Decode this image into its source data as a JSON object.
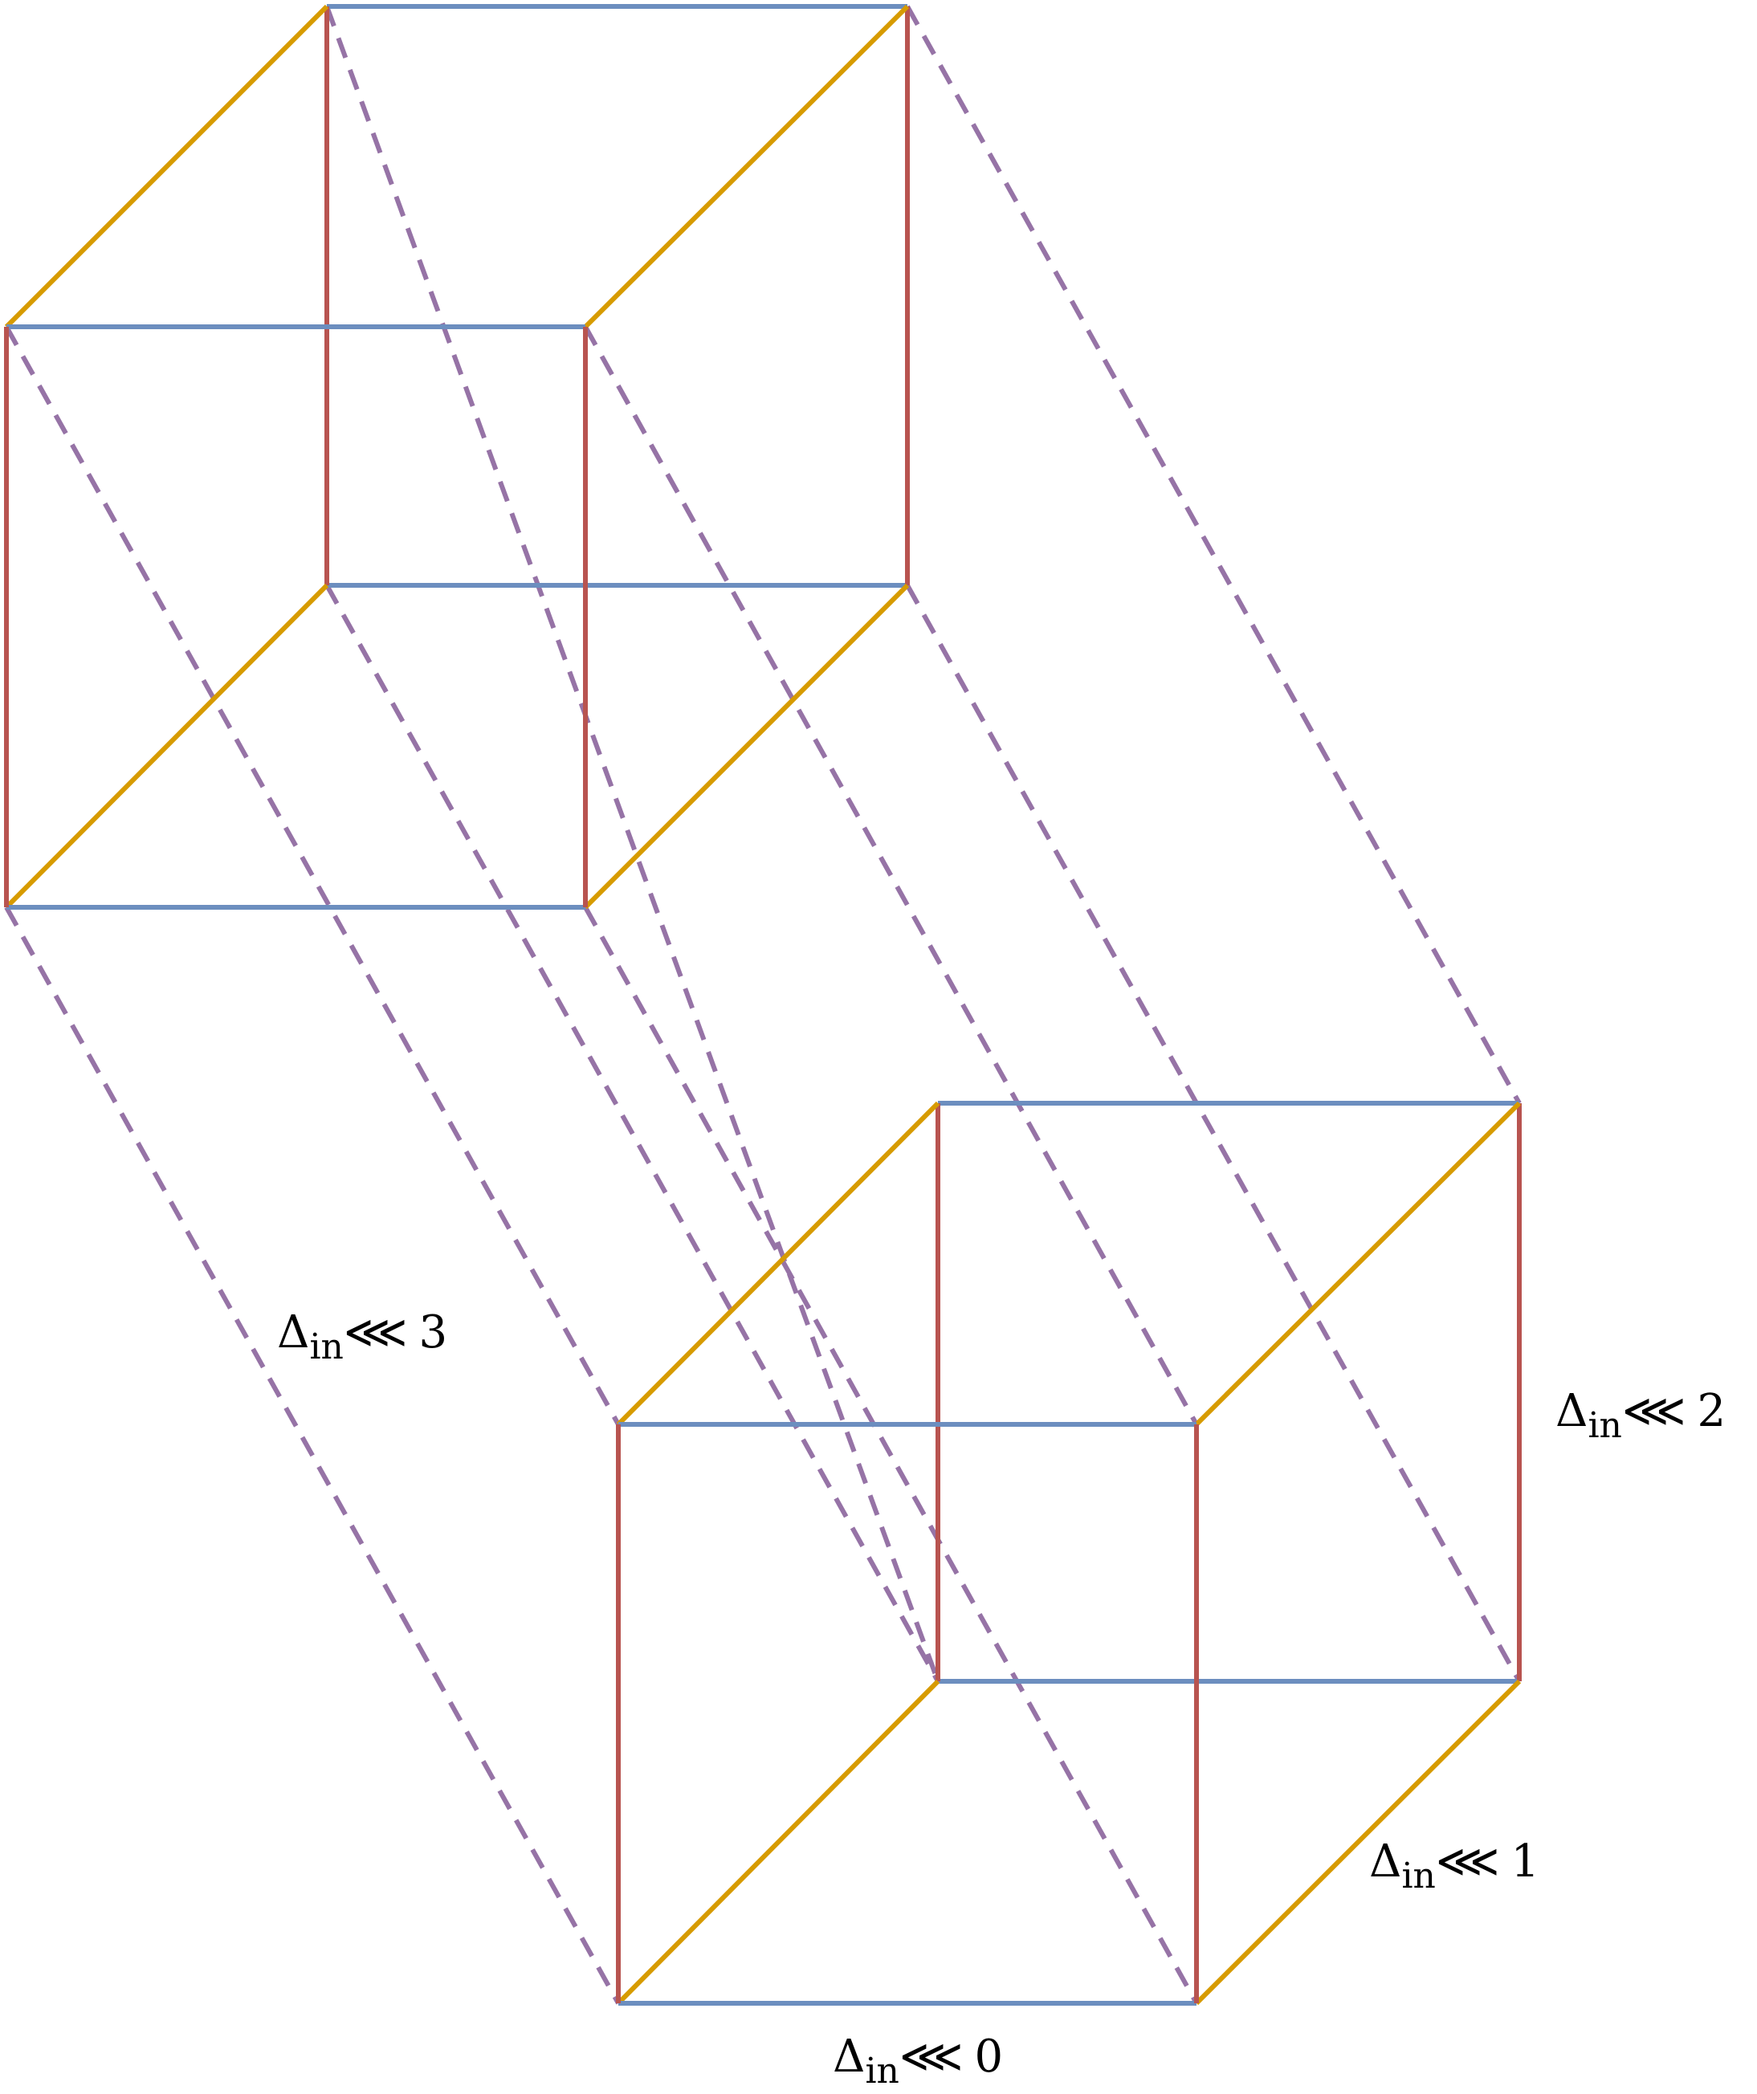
{
  "colors": {
    "blue_edge": "#6c8ebf",
    "red_edge": "#b85450",
    "orange_edge": "#d79b00",
    "purple_dashed": "#9673a6"
  },
  "labels": {
    "delta_symbol": "Δ",
    "subscript": "in",
    "operator": "⋘",
    "shift_0": "0",
    "shift_1": "1",
    "shift_2": "2",
    "shift_3": "3"
  }
}
